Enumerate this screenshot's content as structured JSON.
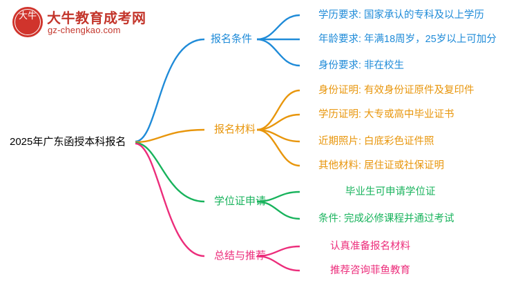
{
  "logo": {
    "mark_text": "大牛",
    "title": "大牛教育成考网",
    "subtitle": "gz-chengkao.com",
    "brand_color": "#c3352b"
  },
  "diagram": {
    "type": "mindmap",
    "root": {
      "label": "2025年广东函授本科报名"
    },
    "colors": {
      "branch_1": "#1f8bd8",
      "branch_2": "#e8960c",
      "branch_3": "#18b35c",
      "branch_4": "#ec2d7b"
    },
    "branches": [
      {
        "label": "报名条件",
        "color": "#1f8bd8",
        "children": [
          {
            "label": "学历要求: 国家承认的专科及以上学历"
          },
          {
            "label": "年龄要求: 年满18周岁，25岁以上可加分"
          },
          {
            "label": "身份要求: 非在校生"
          }
        ]
      },
      {
        "label": "报名材料",
        "color": "#e8960c",
        "children": [
          {
            "label": "身份证明: 有效身份证原件及复印件"
          },
          {
            "label": "学历证明: 大专或高中毕业证书"
          },
          {
            "label": "近期照片: 白底彩色证件照"
          },
          {
            "label": "其他材料: 居住证或社保证明"
          }
        ]
      },
      {
        "label": "学位证申请",
        "color": "#18b35c",
        "children": [
          {
            "label": "毕业生可申请学位证"
          },
          {
            "label": "条件: 完成必修课程并通过考试"
          }
        ]
      },
      {
        "label": "总结与推荐",
        "color": "#ec2d7b",
        "children": [
          {
            "label": "认真准备报名材料"
          },
          {
            "label": "推荐咨询菲鱼教育"
          }
        ]
      }
    ]
  }
}
